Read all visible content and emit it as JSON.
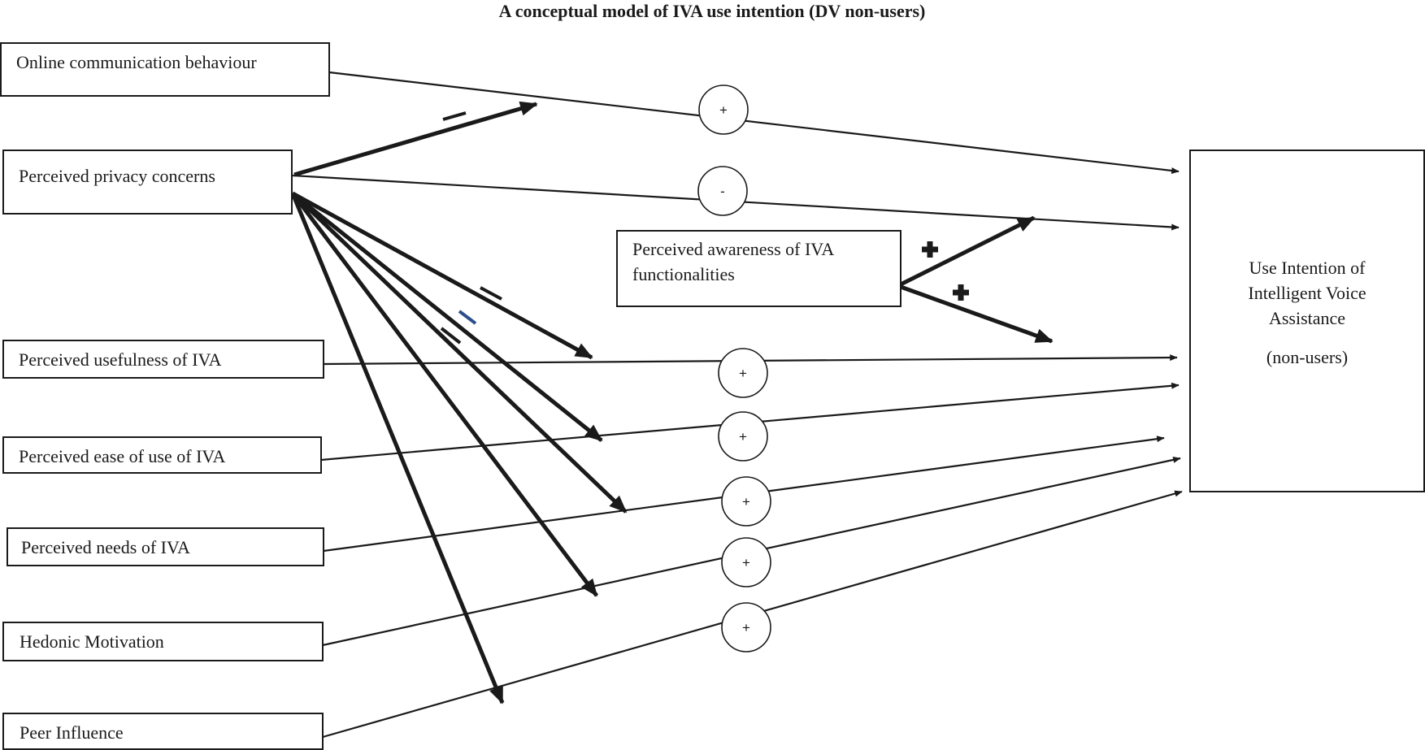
{
  "title": "A conceptual model of IVA use intention (DV non-users)",
  "constructs": {
    "online_communication": "Online  communication  behaviour",
    "privacy_concerns": "Perceived privacy concerns",
    "awareness_line1": "Perceived awareness of IVA",
    "awareness_line2": "functionalities",
    "usefulness": "Perceived usefulness of IVA",
    "ease_of_use": "Perceived ease of use of IVA",
    "needs": "Perceived needs of IVA",
    "hedonic": "Hedonic Motivation",
    "peer": "Peer Influence"
  },
  "outcome": {
    "line1": "Use Intention of",
    "line2": "Intelligent  Voice",
    "line3": "Assistance",
    "line4": "(non-users)"
  },
  "path_signs": {
    "online_communication": "+",
    "privacy_concerns": "-",
    "usefulness": "+",
    "ease_of_use": "+",
    "needs": "+",
    "hedonic": "+",
    "peer": "+"
  },
  "colors": {
    "ink": "#1a1a1a",
    "blue_dash": "#2c4f8c"
  }
}
